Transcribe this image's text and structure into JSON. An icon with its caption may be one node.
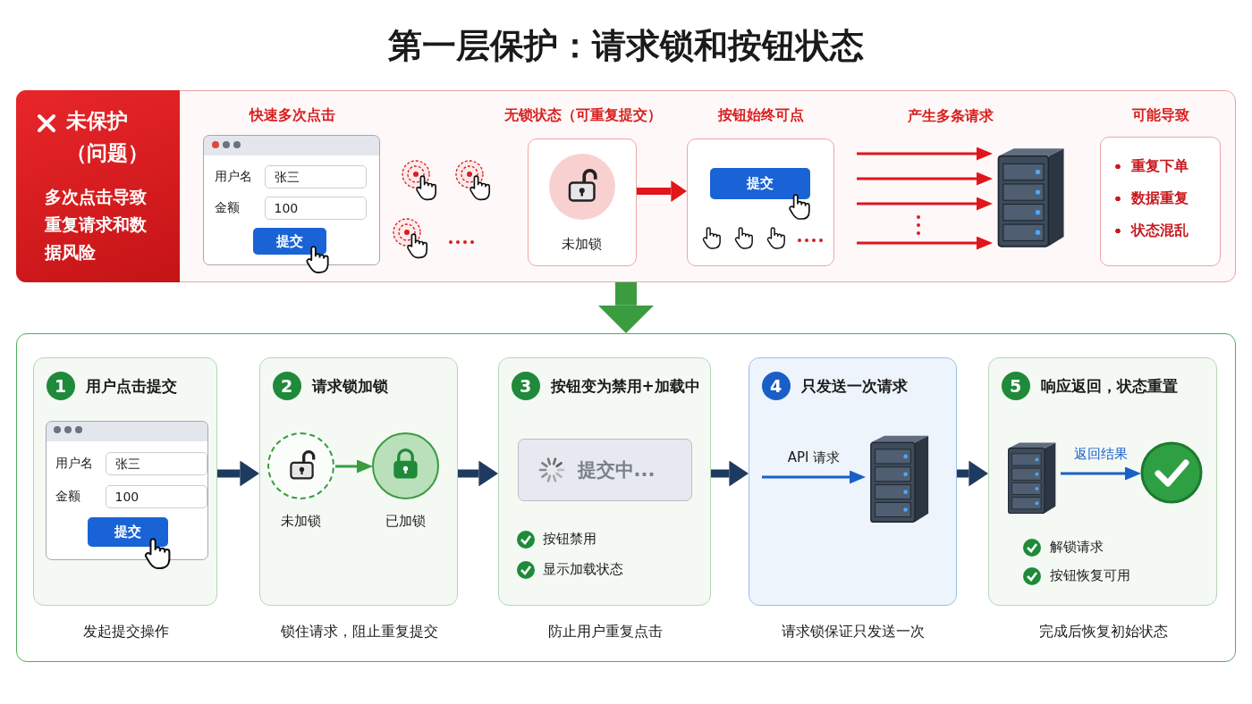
{
  "diagram": {
    "title": "第一层保护：请求锁和按钮状态",
    "nodes": [
      {
        "text": [],
        "shape": "box"
      },
      {
        "text": [
          "未保护（问题）",
          "多次点击导致重复请求和数据风险"
        ],
        "in": 0
      },
      {
        "text": [
          "快速多次点击",
          "用户名",
          "张三",
          "金额",
          "100",
          "提交"
        ],
        "in": 0
      },
      {
        "text": [
          "无锁状态（可重复提交）",
          "未加锁"
        ],
        "in": 0
      },
      {
        "text": [
          "按钮始终可点",
          "提交"
        ],
        "in": 0
      },
      {
        "text": [],
        "shape": "server",
        "in": 0
      },
      {
        "text": [
          "可能导致",
          "重复下单",
          "数据重复",
          "状态混乱"
        ],
        "in": 0
      },
      {
        "text": [],
        "shape": "box"
      },
      {
        "text": [
          "1",
          "用户点击提交",
          "用户名",
          "张三",
          "金额",
          "100",
          "提交"
        ],
        "beside": [
          "发起提交操作"
        ],
        "in": 7
      },
      {
        "text": [
          "2",
          "请求锁加锁"
        ],
        "beside": [
          "锁住请求，阻止重复提交"
        ],
        "in": 7
      },
      {
        "text": [
          "未加锁"
        ],
        "in": 9
      },
      {
        "text": [
          "已加锁"
        ],
        "in": 9
      },
      {
        "text": [
          "3",
          "按钮变为禁用+加载中",
          "提交中...",
          "按钮禁用",
          "显示加载状态"
        ],
        "beside": [
          "防止用户重复点击"
        ],
        "in": 7
      },
      {
        "text": [
          "4",
          "只发送一次请求"
        ],
        "beside": [
          "请求锁保证只发送一次"
        ],
        "in": 7
      },
      {
        "text": [],
        "shape": "server",
        "in": 13
      },
      {
        "text": [
          "5",
          "响应返回，状态重置",
          "解锁请求",
          "按钮恢复可用"
        ],
        "beside": [
          "完成后恢复初始状态"
        ],
        "in": 7
      },
      {
        "text": [],
        "shape": "server",
        "in": 15
      },
      {
        "text": [],
        "shape": "circle",
        "in": 15
      }
    ],
    "edges": [
      {
        "from": 3,
        "to": 4,
        "arrow": "to",
        "style": "thick"
      },
      {
        "from": null,
        "to": 5,
        "arrow": "to"
      },
      {
        "from": null,
        "to": 5,
        "arrow": "to"
      },
      {
        "from": null,
        "to": 5,
        "arrow": "to"
      },
      {
        "from": null,
        "to": 5,
        "arrow": "to"
      },
      {
        "from": 0,
        "to": 7,
        "arrow": "to",
        "style": "thick",
        "color": "#3a9c3f"
      },
      {
        "from": 8,
        "to": 9,
        "arrow": "to",
        "style": "thick",
        "color": "#1f3a5f"
      },
      {
        "from": 9,
        "to": 12,
        "arrow": "to",
        "style": "thick",
        "color": "#1f3a5f"
      },
      {
        "from": 12,
        "to": 13,
        "arrow": "to",
        "style": "thick",
        "color": "#1f3a5f"
      },
      {
        "from": 13,
        "to": 15,
        "arrow": "to",
        "style": "thick",
        "color": "#1f3a5f"
      },
      {
        "from": 10,
        "to": 11,
        "arrow": "to",
        "color": "#3a9c3f"
      },
      {
        "from": null,
        "to": 14,
        "arrow": "to",
        "label": "API 请求",
        "color": "#1a5fc8"
      },
      {
        "from": 16,
        "to": 17,
        "arrow": "to",
        "label": "返回结果",
        "color": "#1a5fc8"
      }
    ],
    "labels": [
      "产生多条请求"
    ]
  }
}
